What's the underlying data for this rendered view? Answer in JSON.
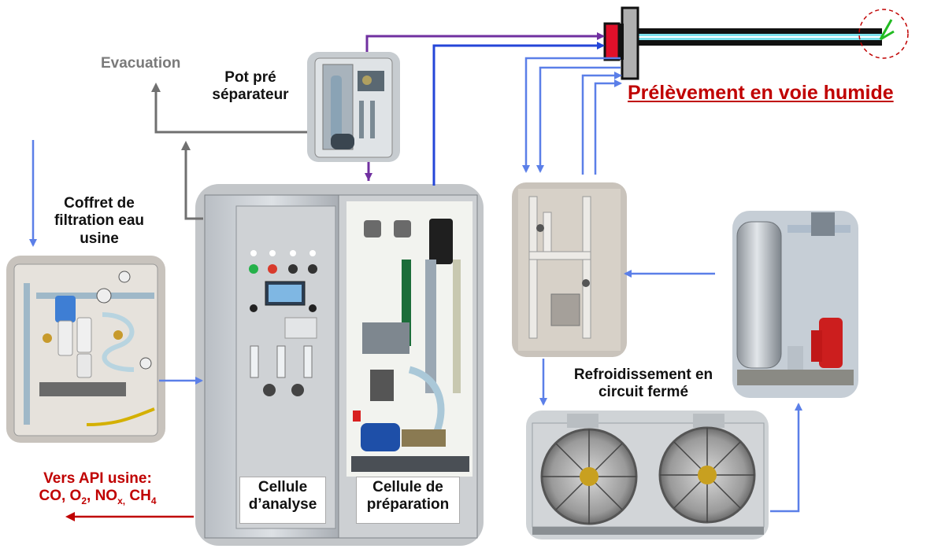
{
  "labels": {
    "evacuation": "Evacuation",
    "pot_line1": "Pot pré",
    "pot_line2": "séparateur",
    "filtration_line1": "Coffret de",
    "filtration_line2": "filtration eau",
    "filtration_line3": "usine",
    "prelevement": "Prélèvement en voie humide",
    "refroid_line1": "Refroidissement en",
    "refroid_line2": "circuit fermé",
    "vers_api_line1": "Vers API usine:",
    "gas_co": "CO, O",
    "gas_o2_sub": "2",
    "gas_nox": ", NO",
    "gas_nox_sub": "x,",
    "gas_ch": " CH",
    "gas_ch4_sub": "4",
    "cellule_analyse_line1": "Cellule",
    "cellule_analyse_line2": "d’analyse",
    "cellule_prep_line1": "Cellule de",
    "cellule_prep_line2": "préparation"
  },
  "colors": {
    "blue_arrow": "#5b7fe8",
    "dark_blue_arrow": "#2446d8",
    "purple_arrow": "#7030a0",
    "grey_arrow": "#707070",
    "red_arrow": "#c00000",
    "probe_cyan": "#7ee3ef",
    "probe_red": "#e0102a",
    "probe_green": "#22bb22"
  },
  "photos": {
    "pot_separateur": "pot pré-séparateur photo",
    "coffret_filtration": "coffret de filtration photo",
    "armoire": "armoire d'analyse photo",
    "echangeur": "panneau d'échange photo",
    "reservoir_pompe": "réservoir et pompe photo",
    "aerorefrigerant": "aéroréfrigérant photo"
  }
}
